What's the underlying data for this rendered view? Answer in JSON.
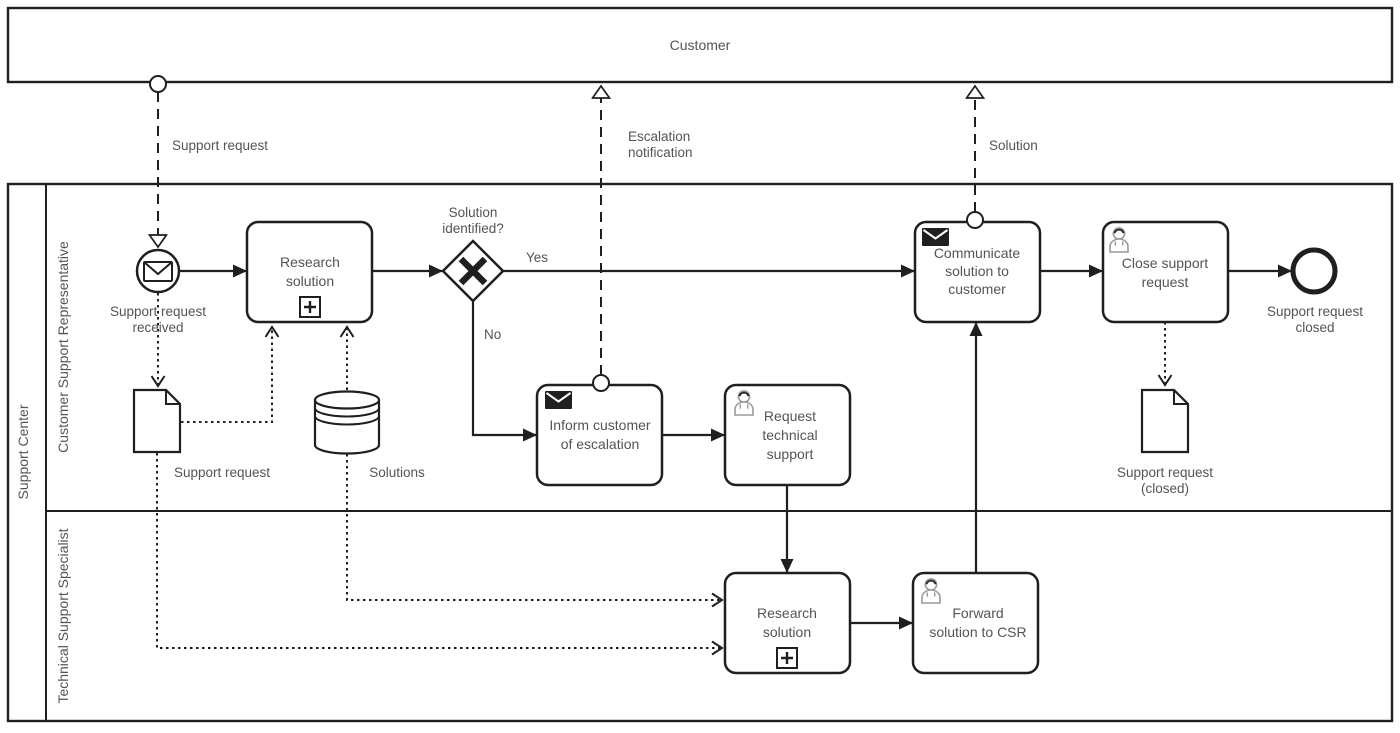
{
  "diagram_type": "BPMN collaboration diagram",
  "colors": {
    "stroke": "#1f1f1f",
    "text": "#545454",
    "background": "#ffffff",
    "icon_gray": "#9a9a9a"
  },
  "customer_pool": {
    "label": "Customer"
  },
  "support_pool": {
    "label": "Support Center",
    "lane_csr": "Customer Support Representative",
    "lane_tss": "Technical Support Specialist"
  },
  "events": {
    "start": {
      "type": "message-start-event",
      "icon": "envelope-icon",
      "label": [
        "Support request",
        "received"
      ]
    },
    "end": {
      "type": "end-event",
      "label": [
        "Support request",
        "closed"
      ]
    }
  },
  "gateway": {
    "type": "exclusive-gateway",
    "label": [
      "Solution",
      "identified?"
    ],
    "yes_label": "Yes",
    "no_label": "No"
  },
  "tasks": {
    "research_csr": {
      "type": "collapsed-subprocess",
      "icon": "plus-icon",
      "label": [
        "Research",
        "solution"
      ]
    },
    "inform_escalation": {
      "type": "send-task",
      "icon": "envelope-icon",
      "label": [
        "Inform customer",
        "of escalation"
      ]
    },
    "request_support": {
      "type": "user-task",
      "icon": "user-icon",
      "label": [
        "Request",
        "technical",
        "support"
      ]
    },
    "research_tss": {
      "type": "collapsed-subprocess",
      "icon": "plus-icon",
      "label": [
        "Research",
        "solution"
      ]
    },
    "forward_solution": {
      "type": "user-task",
      "icon": "user-icon",
      "label": [
        "Forward",
        "solution to CSR"
      ]
    },
    "communicate": {
      "type": "send-task",
      "icon": "envelope-icon",
      "label": [
        "Communicate",
        "solution to",
        "customer"
      ]
    },
    "close_request": {
      "type": "user-task",
      "icon": "user-icon",
      "label": [
        "Close support",
        "request"
      ]
    }
  },
  "data_objects": {
    "support_request": {
      "type": "data-object",
      "label": "Support request"
    },
    "solutions_store": {
      "type": "data-store",
      "label": "Solutions"
    },
    "support_request_closed": {
      "type": "data-object",
      "label": [
        "Support request",
        "(closed)"
      ]
    }
  },
  "message_flows": {
    "support_request": {
      "label": "Support request"
    },
    "escalation": {
      "label": [
        "Escalation",
        "notification"
      ]
    },
    "solution": {
      "label": "Solution"
    }
  }
}
